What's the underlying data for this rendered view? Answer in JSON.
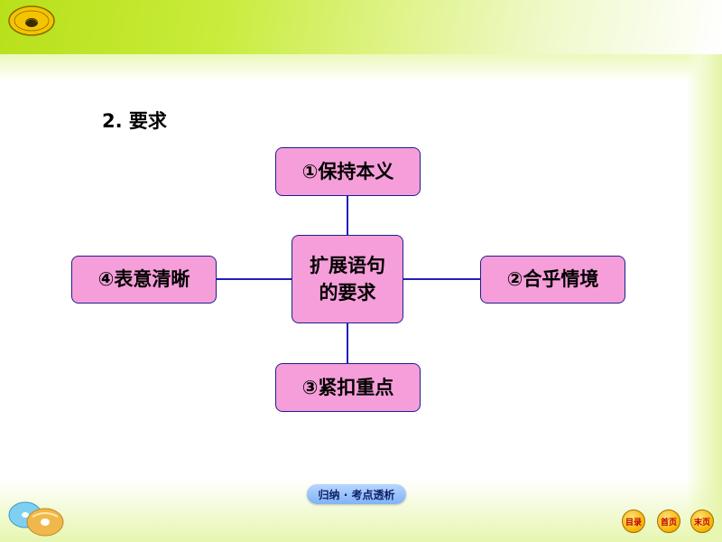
{
  "slide": {
    "title": "2. 要求",
    "footer_tab": "归纳 · 考点透析",
    "nav": {
      "toc": "目录",
      "home": "首页",
      "last": "末页"
    }
  },
  "diagram": {
    "center": [
      "扩展语句",
      "的要求"
    ],
    "top": "①保持本义",
    "right": "②合乎情境",
    "bottom": "③紧扣重点",
    "left": "④表意清晰"
  },
  "colors": {
    "box_fill": "#f59ed9",
    "box_border": "#1f1f8f",
    "connector": "#1f1fbf",
    "band": "#c8ec3a"
  }
}
